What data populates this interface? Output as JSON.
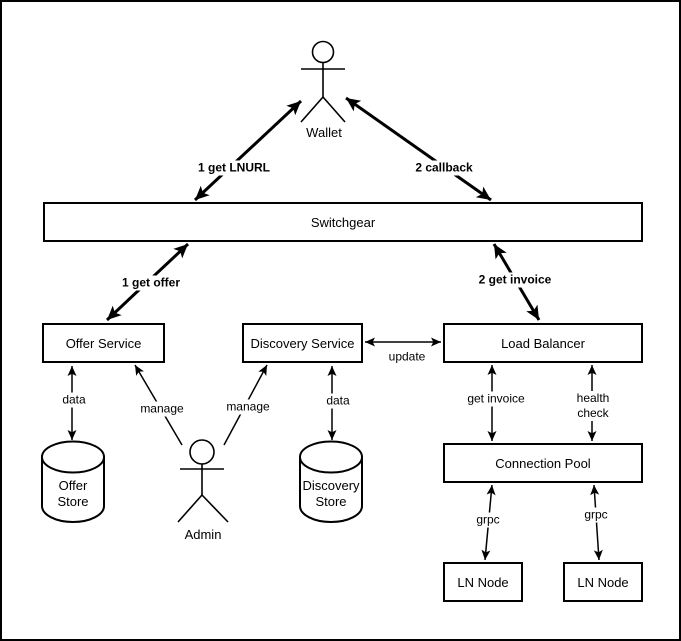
{
  "colors": {
    "stroke": "#000000",
    "background": "#ffffff"
  },
  "nodes": {
    "wallet": "Wallet",
    "admin": "Admin",
    "switchgear": "Switchgear",
    "offer_service": "Offer Service",
    "discovery_service": "Discovery Service",
    "load_balancer": "Load Balancer",
    "connection_pool": "Connection Pool",
    "ln_node_left": "LN Node",
    "ln_node_right": "LN Node",
    "offer_store": {
      "line1": "Offer",
      "line2": "Store"
    },
    "discovery_store": {
      "line1": "Discovery",
      "line2": "Store"
    }
  },
  "edge_labels": {
    "get_lnurl": "1 get LNURL",
    "callback": "2 callback",
    "get_offer": "1 get offer",
    "get_invoice_seq": "2 get invoice",
    "data_left": "data",
    "manage_left": "manage",
    "manage_right": "manage",
    "data_right": "data",
    "update": "update",
    "get_invoice": "get invoice",
    "health": "health",
    "check": "check",
    "grpc_left": "grpc",
    "grpc_right": "grpc"
  }
}
